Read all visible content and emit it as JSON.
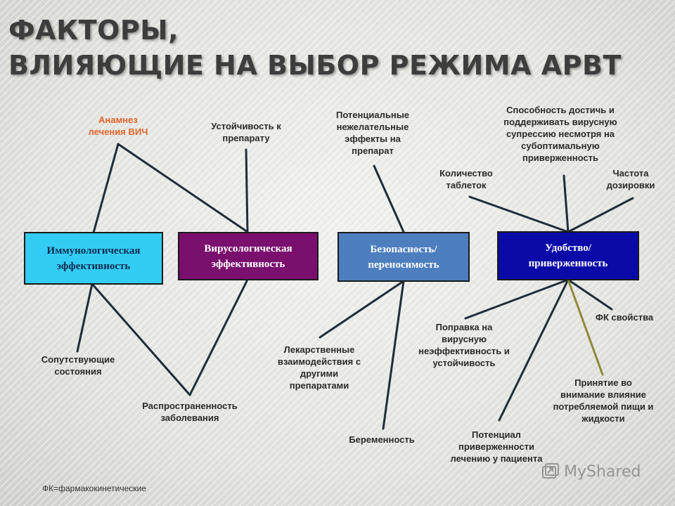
{
  "title": {
    "line1": "ФАКТОРЫ,",
    "line2": "ВЛИЯЮЩИЕ НА ВЫБОР РЕЖИМА АРВТ"
  },
  "boxes": {
    "immuno": "Иммунологическая эффективность",
    "viro": "Вирусологическая эффективность",
    "safety": "Безопасность/ переносимость",
    "convenience": "Удобство/ приверженность"
  },
  "labels": {
    "anamnesis": "Анамнез\nлечения ВИЧ",
    "resistance": "Устойчивость к\nпрепарату",
    "side_effects": "Потенциальные\nнежелательные\nэффекты на\nпрепарат",
    "suppression": "Способность достичь и\nподдерживать вирусную\nсупрессию несмотря на\nсубоптимальную\nприверженность",
    "pill_count": "Количество\nтаблеток",
    "dosing_freq": "Частота\nдозировки",
    "comorbidities": "Сопутствующие\nсостояния",
    "prevalence": "Распространенность\nзаболевания",
    "interactions": "Лекарственные\nвзаимодействия с\nдругими\nпрепаратами",
    "pregnancy": "Беременность",
    "virologic_failure": "Поправка на\nвирусную\nнеэффективность и\nустойчивость",
    "pk_properties": "ФК свойства",
    "food_effect": "Принятие во\nвнимание влияние\nпотребляемой пищи и\nжидкости",
    "adherence_potential": "Потенциал\nприверженности\nлечению у пациента"
  },
  "footnote": "ФК=фармакокинетические",
  "brand": "MyShared",
  "colors": {
    "immuno_fill": "#33ccf5",
    "viro_fill": "#7a0f6e",
    "safety_fill": "#4d7fbf",
    "convenience_fill": "#0a0aa8",
    "line": "#1f2d3a",
    "line_olive": "#8b8b3a",
    "accent_orange": "#e0662a"
  }
}
